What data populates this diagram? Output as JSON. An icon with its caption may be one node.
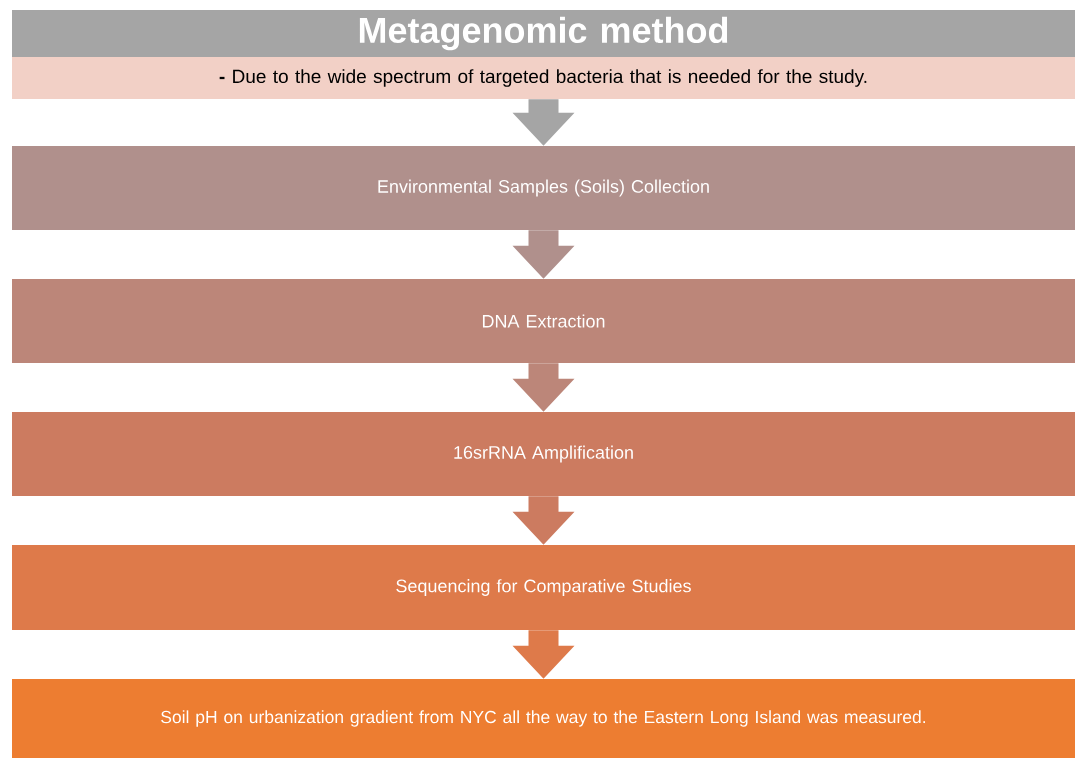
{
  "diagram": {
    "nodes": [
      {
        "text": [
          "Metagenomic method"
        ]
      },
      {
        "text": [
          "**-** Due to the wide spectrum of targeted bacteria that is needed for the study."
        ]
      },
      {
        "text": [
          "Environmental Samples (Soils) Collection"
        ]
      },
      {
        "text": [
          "DNA Extraction"
        ]
      },
      {
        "text": [
          "16srRNA Amplification"
        ]
      },
      {
        "text": [
          "Sequencing for Comparative Studies"
        ]
      },
      {
        "text": [
          "Soil pH on urbanization gradient from NYC all the way to the Eastern Long Island was measured."
        ]
      }
    ],
    "edges": [
      {
        "from": 1,
        "to": 2,
        "arrow": "to"
      },
      {
        "from": 2,
        "to": 3,
        "arrow": "to"
      },
      {
        "from": 3,
        "to": 4,
        "arrow": "to"
      },
      {
        "from": 4,
        "to": 5,
        "arrow": "to"
      },
      {
        "from": 5,
        "to": 6,
        "arrow": "to"
      }
    ]
  }
}
